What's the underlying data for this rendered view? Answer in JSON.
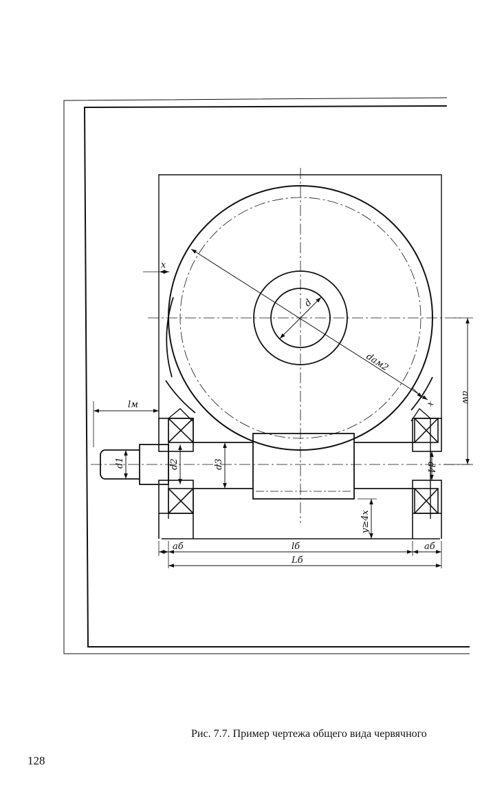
{
  "labels": {
    "x_top": "x",
    "d": "d",
    "d_am2": "dам2",
    "x_right": "x",
    "a_w": "aw",
    "l_m": "lм",
    "d1": "d1",
    "d2": "d2",
    "d3": "d3",
    "d4": "d4",
    "y": "y≥4x",
    "a_b_left": "aб",
    "l_b": "lб",
    "a_b_right": "aб",
    "L_b": "Lб"
  },
  "caption": "Рис. 7.7. Пример чертежа общего вида червячного",
  "page_number": "128"
}
